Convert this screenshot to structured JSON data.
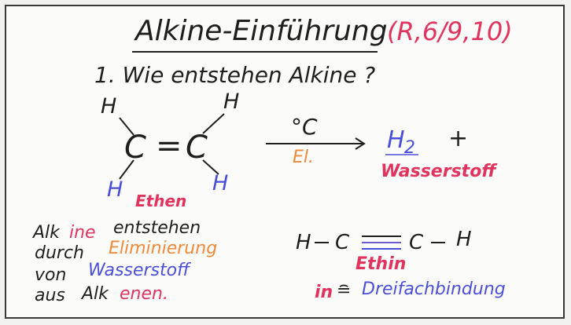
{
  "title": {
    "main": "Alkine-Einführung",
    "ref": "(R,6/9,10)"
  },
  "question": "1. Wie entstehen Alkine ?",
  "ethene": {
    "atoms": {
      "h_top_left": "H",
      "h_top_right": "H",
      "h_bottom_left": "H",
      "h_bottom_right": "H",
      "c_left": "C",
      "double_bond": "=",
      "c_right": "C"
    },
    "name": "Ethen"
  },
  "reaction": {
    "condition_top": "°C",
    "condition_bottom": "El.",
    "product_symbol": "H",
    "product_subscript": "2",
    "plus": "+",
    "product_name": "Wasserstoff"
  },
  "explanation": {
    "line1_a": "Alk",
    "line1_b": "ine",
    "line1_c": "entstehen",
    "line2_a": "durch",
    "line2_b": "Eliminierung",
    "line3_a": "von",
    "line3_b": "Wasserstoff",
    "line4_a": "aus",
    "line4_b": "Alk",
    "line4_c": "enen."
  },
  "ethyne": {
    "h_left": "H",
    "bond_left": "—",
    "c_left": "C",
    "c_right": "C",
    "bond_right": "—",
    "h_right": "H",
    "name": "Ethin",
    "note_a": "in",
    "note_symbol": "≘",
    "note_b": "Dreifachbindung"
  },
  "colors": {
    "ink": "#1f1f1f",
    "red": "#e0335d",
    "orange": "#f08a3a",
    "blue": "#4a4fd9"
  }
}
